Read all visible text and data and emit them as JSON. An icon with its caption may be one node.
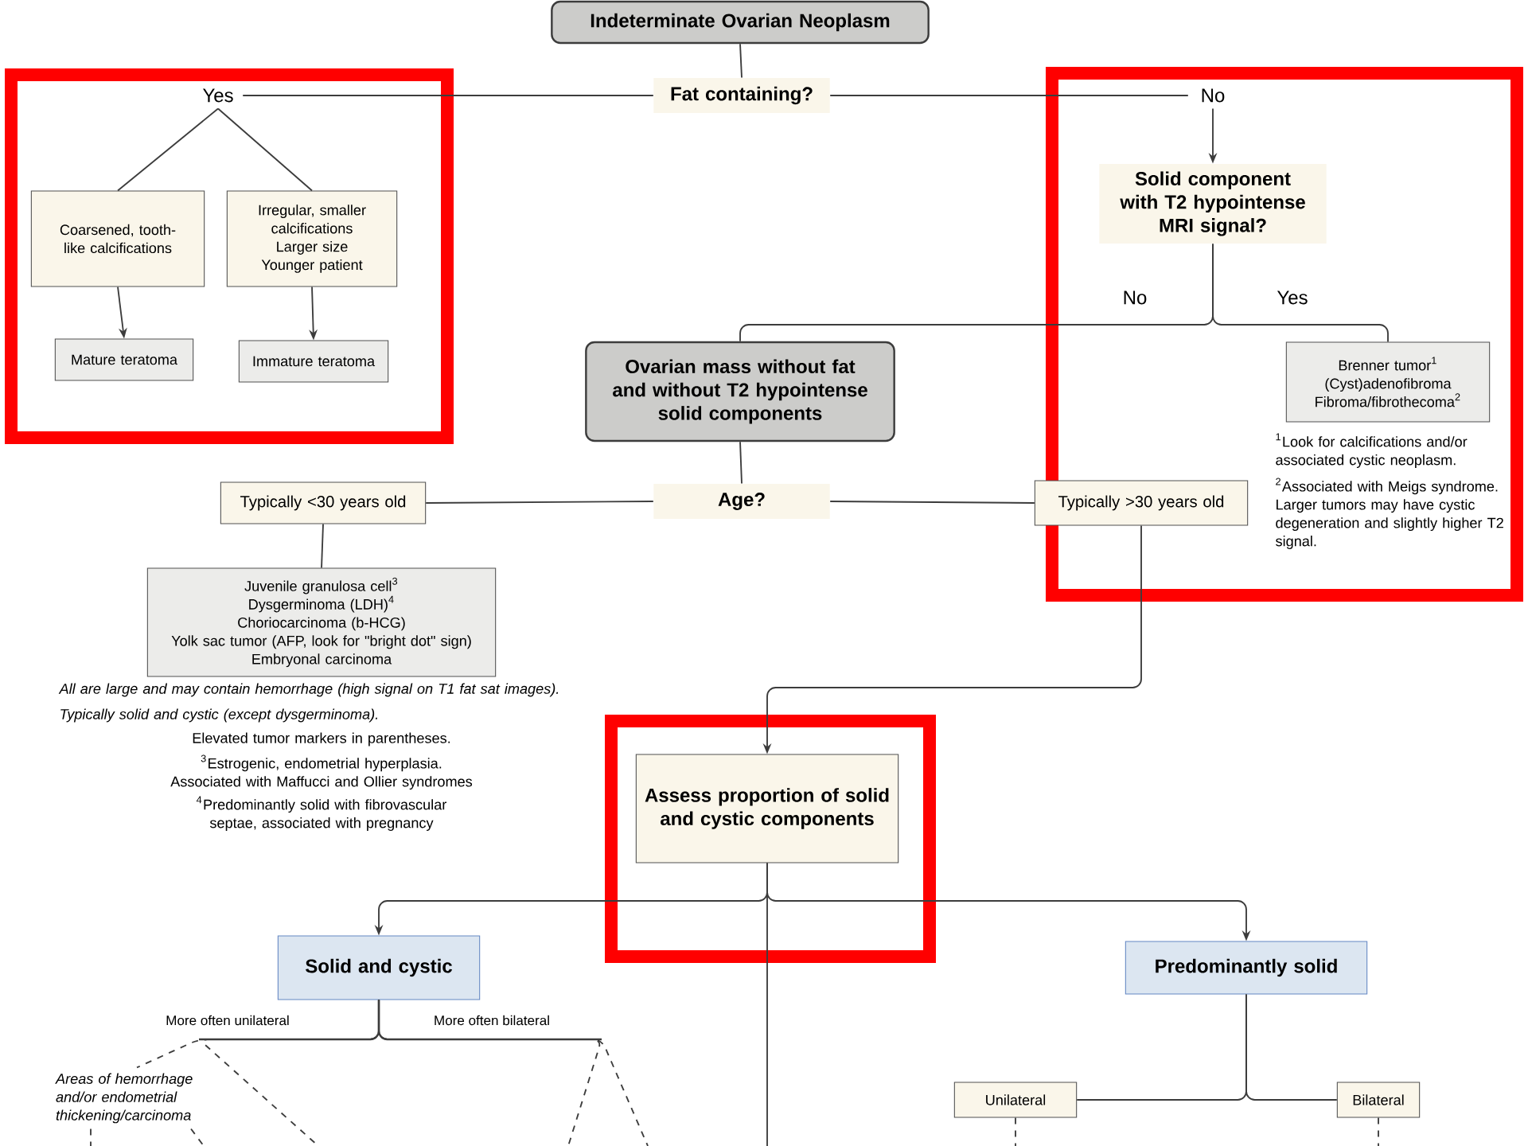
{
  "diagram": {
    "nodes": [
      {
        "text": [
          "Indeterminate Ovarian Neoplasm"
        ]
      },
      {
        "text": [
          "Fat containing?"
        ]
      },
      {
        "text": [
          "Yes"
        ]
      },
      {
        "text": [
          "No"
        ]
      },
      {
        "text": [
          "Coarsened, tooth-like calcifications"
        ]
      },
      {
        "text": [
          "Irregular, smaller calcifications",
          "Larger size",
          "Younger patient"
        ]
      },
      {
        "text": [
          "Mature teratoma"
        ]
      },
      {
        "text": [
          "Immature teratoma"
        ]
      },
      {
        "text": [
          "Solid component with T2 hypointense MRI signal?"
        ]
      },
      {
        "text": [
          "Ovarian mass without fat and without T2 hypointense solid components"
        ]
      },
      {
        "text": [
          "Brenner tumor$^{1}$",
          "(Cyst)adenofibroma",
          "Fibroma/fibrothecoma$^{2}$"
        ],
        "beside": [
          "$^{1}$Look for calcifications and/or associated cystic neoplasm.",
          "$^{2}$Associated with Meigs syndrome. Larger tumors may have cystic degeneration and slightly higher T2 signal."
        ]
      },
      {
        "text": [
          "Age?"
        ]
      },
      {
        "text": [
          "Typically <30 years old"
        ]
      },
      {
        "text": [
          "Typically >30 years old"
        ]
      },
      {
        "text": [
          "Juvenile granulosa cell$^{3}$",
          "Dysgerminoma (LDH)$^{4}$",
          "Choriocarcinoma (b-HCG)",
          "Yolk sac tumor (AFP, look for \"bright dot\" sign)",
          "Embryonal carcinoma"
        ],
        "beside": [
          "All are large and may contain hemorrhage (high signal on T1 fat sat images).",
          "Typically solid and cystic (except dysgerminoma).",
          "Elevated tumor markers in parentheses.",
          "$^{3}$Estrogenic, endometrial hyperplasia. Associated with Maffucci and Ollier syndromes",
          "$^{4}$Predominantly solid with fibrovascular septae, associated with pregnancy"
        ]
      },
      {
        "text": [
          "Assess proportion of solid and cystic components"
        ]
      },
      {
        "text": [
          "Solid and cystic"
        ]
      },
      {
        "text": [
          "Predominantly solid"
        ]
      },
      {
        "text": [
          "Areas of hemorrhage and/or endometrial thickening/carcinoma"
        ]
      },
      {
        "text": [
          "Unilateral"
        ]
      },
      {
        "text": [
          "Bilateral"
        ]
      }
    ],
    "edges": [
      {
        "from": 0,
        "to": 1,
        "arrow": "none"
      },
      {
        "from": 1,
        "to": 2,
        "arrow": "none"
      },
      {
        "from": 1,
        "to": 3,
        "arrow": "none"
      },
      {
        "from": 2,
        "to": 4,
        "arrow": "none"
      },
      {
        "from": 2,
        "to": 5,
        "arrow": "none"
      },
      {
        "from": 4,
        "to": 6,
        "arrow": "to"
      },
      {
        "from": 5,
        "to": 7,
        "arrow": "to"
      },
      {
        "from": 3,
        "to": 8,
        "arrow": "to"
      },
      {
        "from": 8,
        "to": 9,
        "arrow": "none",
        "label": "No"
      },
      {
        "from": 8,
        "to": 10,
        "arrow": "none",
        "label": "Yes"
      },
      {
        "from": 9,
        "to": 11,
        "arrow": "none"
      },
      {
        "from": 11,
        "to": 12,
        "arrow": "none"
      },
      {
        "from": 11,
        "to": 13,
        "arrow": "none"
      },
      {
        "from": 12,
        "to": 14,
        "arrow": "none"
      },
      {
        "from": 13,
        "to": 15,
        "arrow": "to"
      },
      {
        "from": 15,
        "to": 16,
        "arrow": "to"
      },
      {
        "from": 15,
        "to": 17,
        "arrow": "to"
      },
      {
        "from": 15,
        "to": null,
        "arrow": "none"
      },
      {
        "from": 16,
        "to": 18,
        "arrow": "none",
        "style": "dashed",
        "label": "More often unilateral"
      },
      {
        "from": 16,
        "to": null,
        "arrow": "none",
        "style": "dashed"
      },
      {
        "from": 16,
        "to": null,
        "arrow": "none",
        "style": "dashed",
        "label": "More often bilateral"
      },
      {
        "from": 16,
        "to": null,
        "arrow": "none",
        "style": "dashed"
      },
      {
        "from": 18,
        "to": null,
        "arrow": "none",
        "style": "dashed"
      },
      {
        "from": 18,
        "to": null,
        "arrow": "none",
        "style": "dashed"
      },
      {
        "from": 17,
        "to": 19,
        "arrow": "none"
      },
      {
        "from": 17,
        "to": 20,
        "arrow": "none"
      },
      {
        "from": 19,
        "to": null,
        "arrow": "none",
        "style": "dashed"
      },
      {
        "from": 20,
        "to": null,
        "arrow": "none",
        "style": "dashed"
      }
    ]
  }
}
